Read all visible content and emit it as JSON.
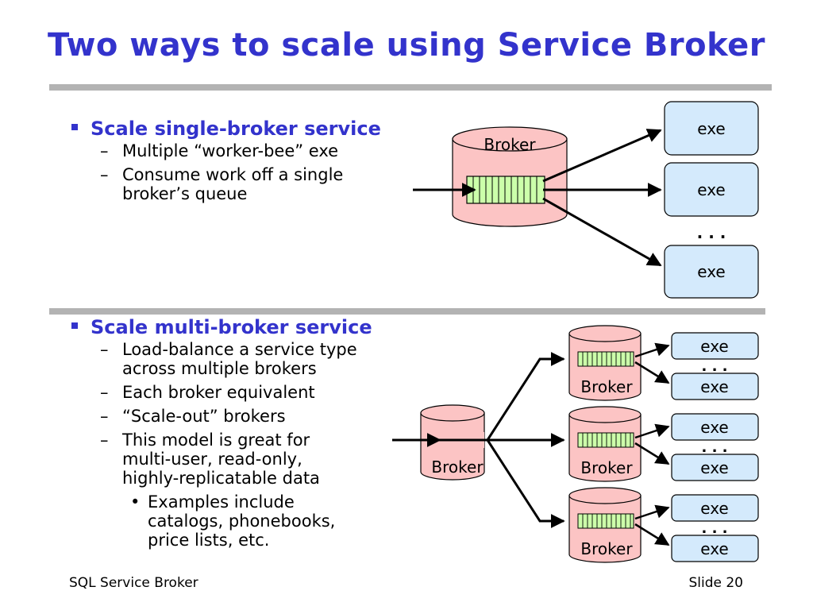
{
  "slide": {
    "title": "Two ways to scale using Service Broker",
    "footer_left": "SQL Service Broker",
    "footer_right": "Slide 20"
  },
  "section1": {
    "heading": "Scale single-broker service",
    "points": [
      "Multiple “worker-bee” exe",
      "Consume work off a single broker’s queue"
    ]
  },
  "section2": {
    "heading": "Scale multi-broker service",
    "points": [
      "Load-balance a service type across multiple brokers",
      "Each broker equivalent",
      "“Scale-out” brokers",
      "This model is great for multi-user, read-only, highly-replicatable data"
    ],
    "subpoint": "Examples include catalogs, phonebooks, price lists, etc."
  },
  "diagram1": {
    "broker_label": "Broker",
    "exe_labels": [
      "exe",
      "exe",
      "exe"
    ],
    "ellipsis": ". . ."
  },
  "diagram2": {
    "front_broker_label": "Broker",
    "broker_labels": [
      "Broker",
      "Broker",
      "Broker"
    ],
    "exe_labels": [
      "exe",
      "exe",
      "exe",
      "exe",
      "exe",
      "exe"
    ],
    "ellipses": [
      ". . .",
      ". . .",
      ". . ."
    ]
  },
  "colors": {
    "title": "#3333cc",
    "cylinder_fill": "#fcc4c4",
    "queue_fill": "#ccffaa",
    "exe_fill": "#d4eafc",
    "rule": "#b3b3b3"
  }
}
